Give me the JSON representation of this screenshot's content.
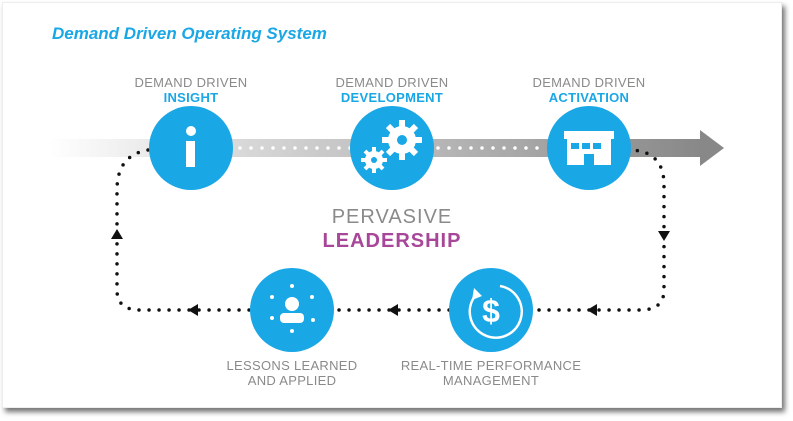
{
  "title": "Demand Driven Operating System",
  "stages": [
    {
      "line1": "DEMAND DRIVEN",
      "line2": "INSIGHT",
      "icon": "info-icon"
    },
    {
      "line1": "DEMAND DRIVEN",
      "line2": "DEVELOPMENT",
      "icon": "gears-icon"
    },
    {
      "line1": "DEMAND DRIVEN",
      "line2": "ACTIVATION",
      "icon": "storefront-icon"
    }
  ],
  "center": {
    "line1": "PERVASIVE",
    "line2": "LEADERSHIP"
  },
  "bottom": [
    {
      "line1": "LESSONS LEARNED",
      "line2": "AND APPLIED",
      "icon": "person-icon"
    },
    {
      "line1": "REAL-TIME PERFORMANCE",
      "line2": "MANAGEMENT",
      "icon": "dollar-cycle-icon"
    }
  ],
  "colors": {
    "accent": "#1aa7e6",
    "leadership": "#a8479a",
    "label": "#8a8a8a"
  }
}
